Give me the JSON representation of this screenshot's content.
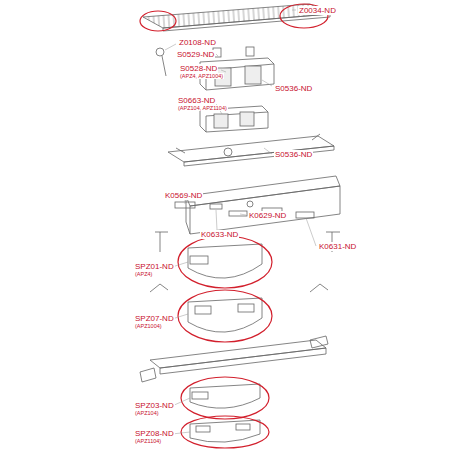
{
  "diagram": {
    "labels": [
      "Z0034-ND",
      "Z0108-ND",
      "S0529-ND",
      "S0528-ND",
      "(APZ4, APZ1004)",
      "S0536-ND",
      "S0663-ND",
      "(APZ104, APZ1104)",
      "S0536-ND",
      "K0569-ND",
      "K0629-ND",
      "K0633-ND",
      "K0631-ND",
      "SPZ01-ND",
      "(APZ4)",
      "SPZ07-ND",
      "(APZ1004)",
      "SPZ03-ND",
      "(APZ104)",
      "SPZ08-ND",
      "(APZ1104)"
    ]
  }
}
